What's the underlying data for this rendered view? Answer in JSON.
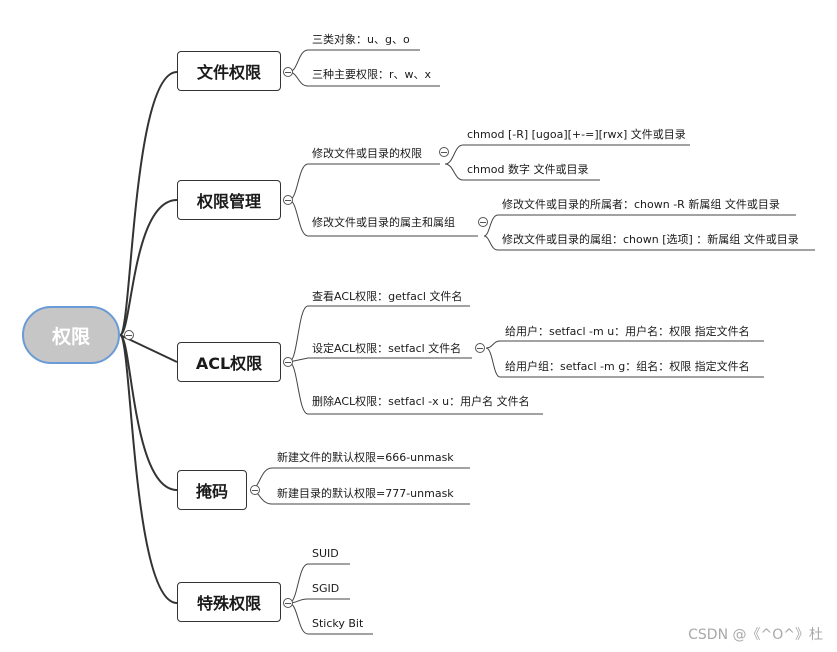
{
  "root": "权限",
  "topics": {
    "file_perm": {
      "title": "文件权限",
      "items": [
        "三类对象：u、g、o",
        "三种主要权限：r、w、x"
      ]
    },
    "perm_mgmt": {
      "title": "权限管理",
      "modify_perm": "修改文件或目录的权限",
      "modify_perm_items": [
        "chmod [-R] [ugoa][+-=][rwx] 文件或目录",
        "chmod 数字 文件或目录"
      ],
      "modify_owner": "修改文件或目录的属主和属组",
      "modify_owner_items": [
        "修改文件或目录的所属者：chown -R 新属组 文件或目录",
        "修改文件或目录的属组：chown [选项] ：新属组 文件或目录"
      ]
    },
    "acl": {
      "title": "ACL权限",
      "view": "查看ACL权限：getfacl 文件名",
      "set": "设定ACL权限：setfacl 文件名",
      "set_items": [
        "给用户：setfacl -m u：用户名：权限 指定文件名",
        "给用户组：setfacl -m g：组名：权限 指定文件名"
      ],
      "delete": "删除ACL权限：setfacl -x u：用户名 文件名"
    },
    "mask": {
      "title": "掩码",
      "items": [
        "新建文件的默认权限=666-unmask",
        "新建目录的默认权限=777-unmask"
      ]
    },
    "special": {
      "title": "特殊权限",
      "items": [
        "SUID",
        "SGID",
        "Sticky Bit"
      ]
    }
  },
  "watermark": "CSDN @《^O^》杜",
  "colors": {
    "root_fill": "#c6c6c6",
    "root_border": "#6b9bd6",
    "line": "#333333"
  }
}
